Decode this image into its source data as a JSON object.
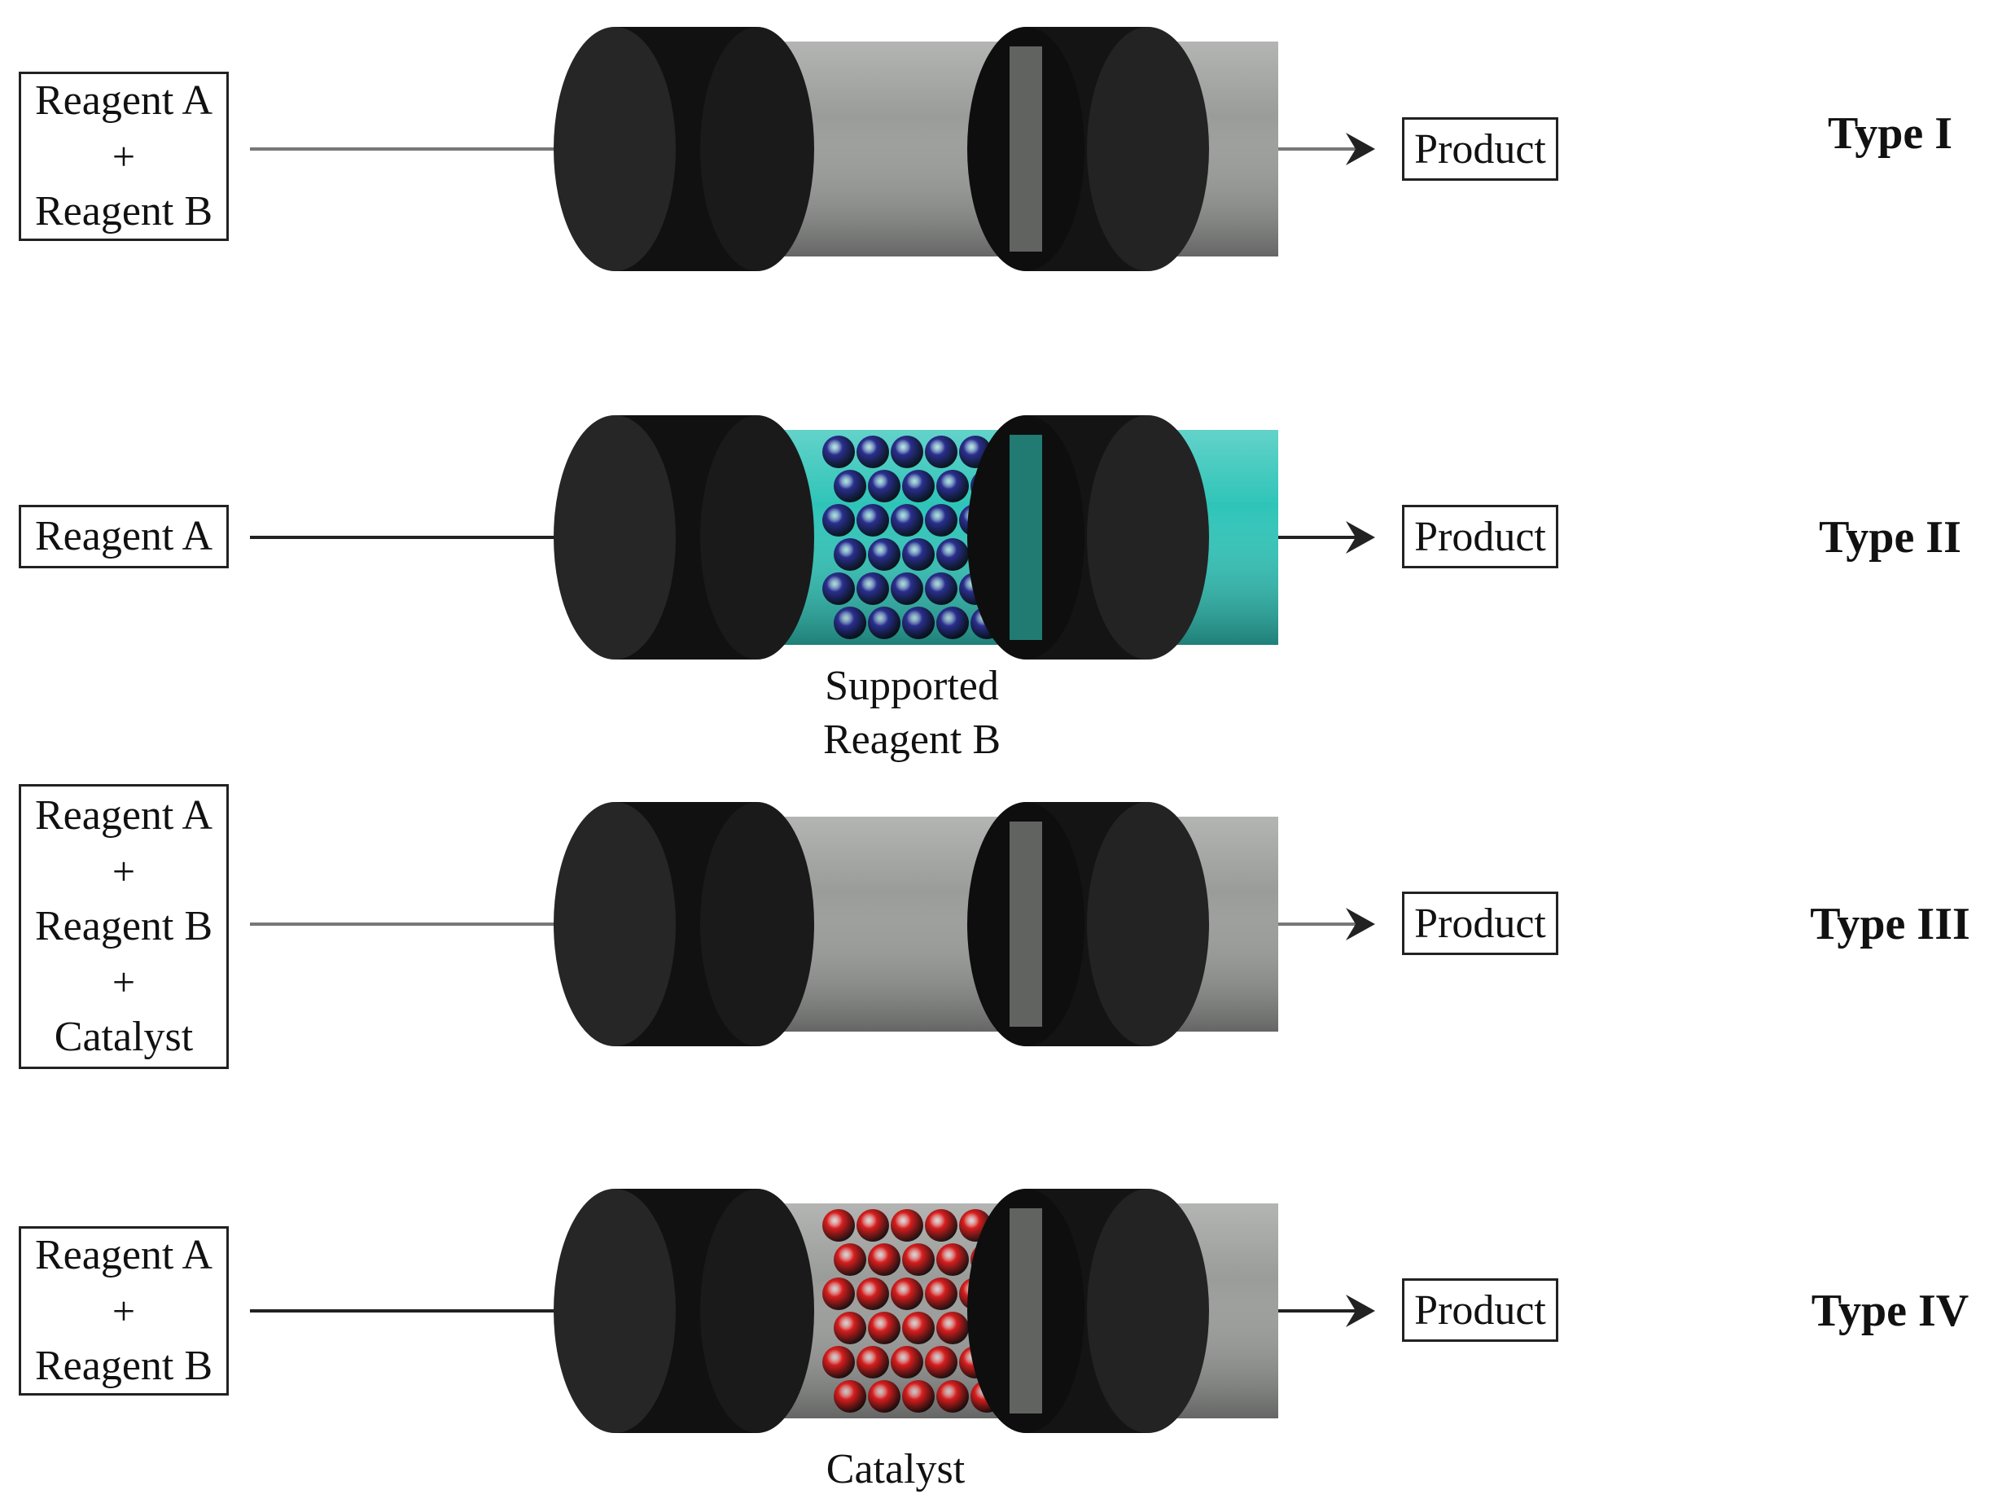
{
  "colors": {
    "cap": "#1c1c1c",
    "tube_plain": "#9a9c9a",
    "tube_supported": "#2fc4b8",
    "bead_supported": "#2a2f8f",
    "bead_catalyst": "#d81e1e",
    "arrow": "#222222"
  },
  "rows": [
    {
      "inputs": [
        "Reagent A",
        "+",
        "Reagent B"
      ],
      "product": "Product",
      "type": "Type I",
      "caption": []
    },
    {
      "inputs": [
        "Reagent A"
      ],
      "product": "Product",
      "type": "Type II",
      "caption": [
        "Supported",
        "Reagent B"
      ]
    },
    {
      "inputs": [
        "Reagent A",
        "+",
        "Reagent B",
        "+",
        "Catalyst"
      ],
      "product": "Product",
      "type": "Type III",
      "caption": []
    },
    {
      "inputs": [
        "Reagent A",
        "+",
        "Reagent B"
      ],
      "product": "Product",
      "type": "Type IV",
      "caption": [
        "Catalyst"
      ]
    }
  ]
}
